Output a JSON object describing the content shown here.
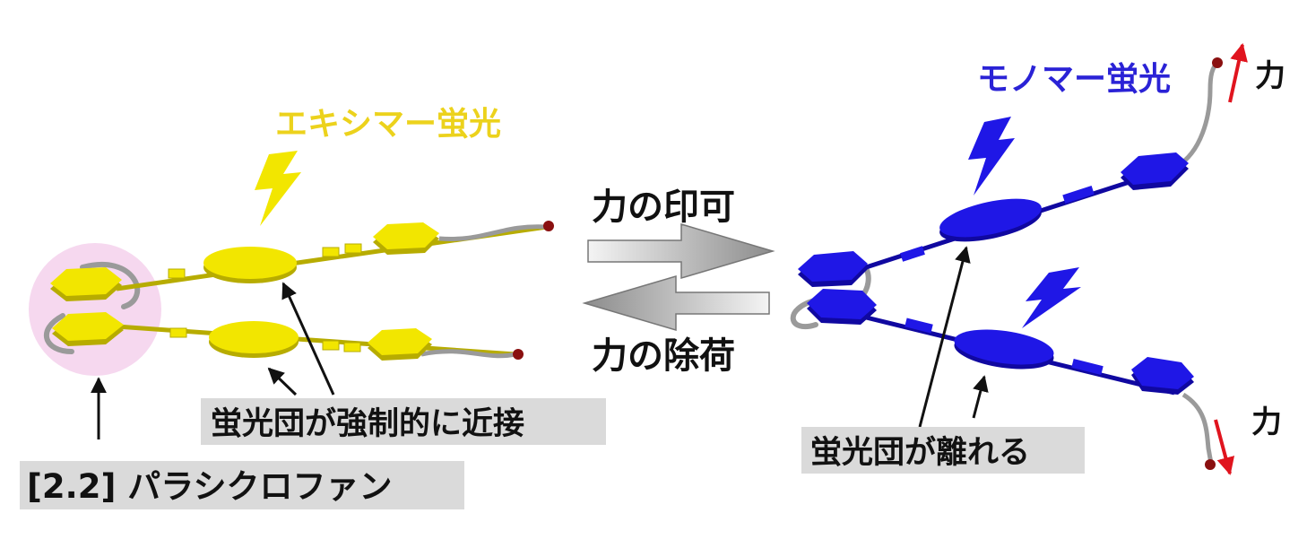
{
  "labels": {
    "excimer": "エキシマー蛍光",
    "monomer": "モノマー蛍光",
    "apply_force": "力の印可",
    "release_force": "力の除荷",
    "close_proximity": "蛍光団が強制的に近接",
    "paracyclophane": "[2.2] パラシクロファン",
    "separated": "蛍光団が離れる",
    "force_top": "力",
    "force_bottom": "力"
  },
  "colors": {
    "yellow": "#f2e600",
    "yellow_dark": "#b7ac00",
    "yellow_text": "#ecd21c",
    "blue": "#1f17e6",
    "blue_dark": "#1008a0",
    "blue_text": "#2a22d6",
    "pink": "#f6d8ef",
    "label_bg": "#dadada",
    "red": "#e0141e",
    "dot": "#8a1010",
    "linker": "#9a9a9a"
  },
  "icons": [
    "lightning-bolt-icon",
    "arrow-right-icon",
    "arrow-left-icon"
  ]
}
